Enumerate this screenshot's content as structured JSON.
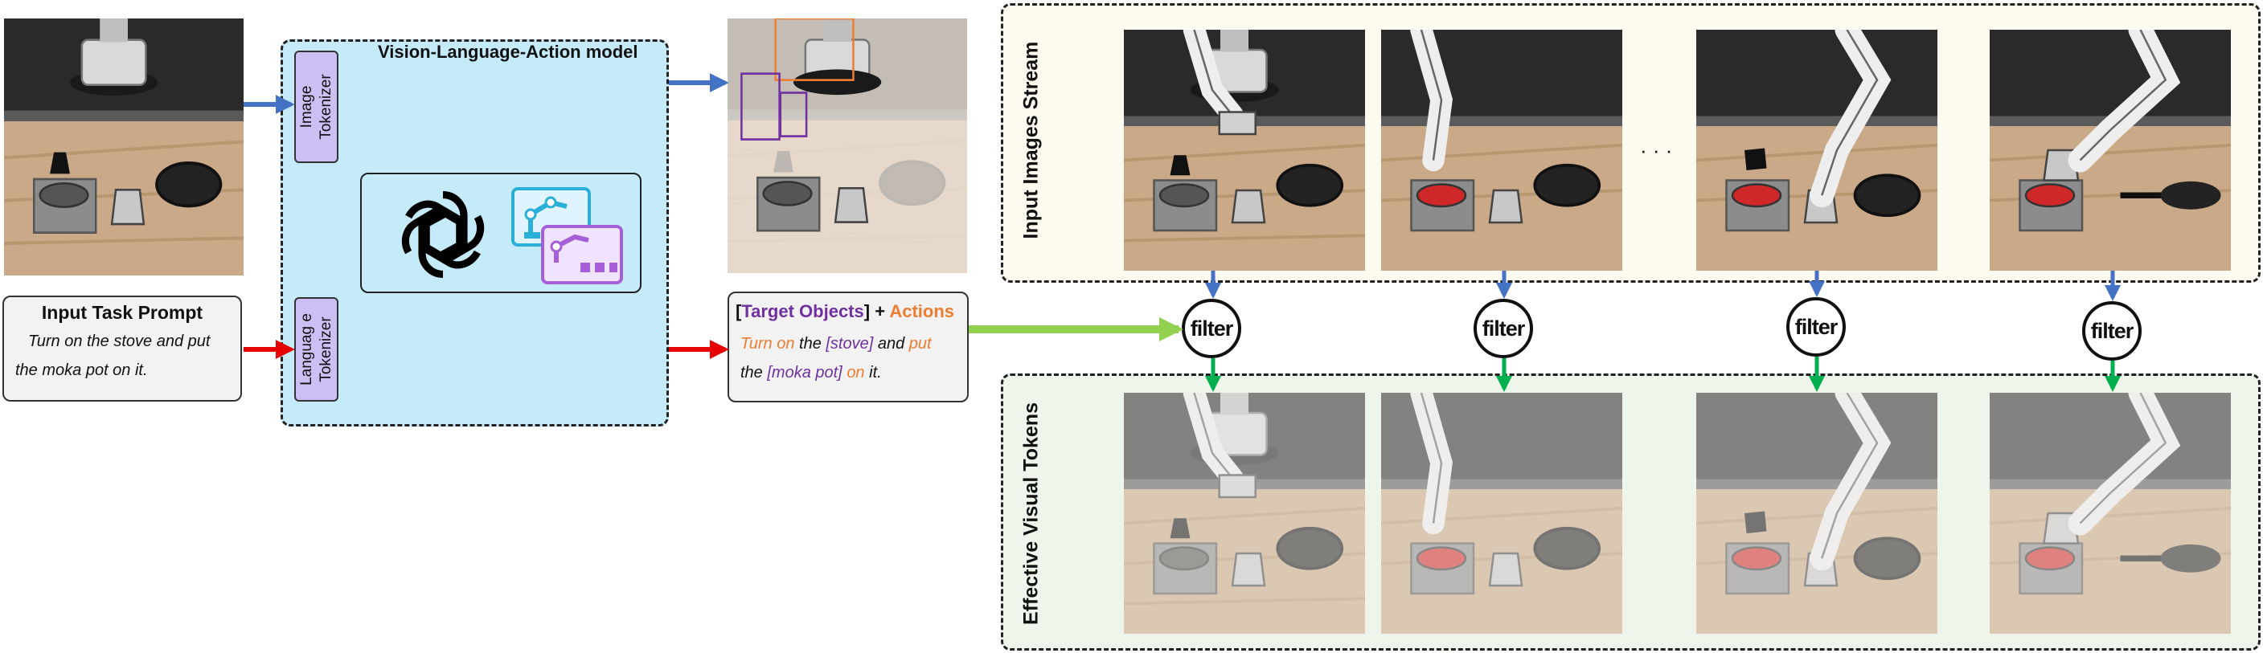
{
  "vla": {
    "title": "Vision-Language-Action model"
  },
  "tokenizers": {
    "image": "Image\nTokenizer",
    "language": "Languag e\nTokenizer"
  },
  "prompt": {
    "title": "Input Task Prompt",
    "line1": "Turn on the stove and put",
    "line2": "the moka pot on it."
  },
  "result": {
    "bracket_open": "[",
    "target": "Target Objects",
    "bracket_close": "]",
    "plus": " + ",
    "actions": "Actions",
    "l1_a": "Turn on",
    "l1_b": " the ",
    "l1_c": "[stove]",
    "l1_d": " and ",
    "l1_e": "put",
    "l2_a": "the ",
    "l2_b": "[moka pot]",
    "l2_c": " ",
    "l2_d": "on",
    "l2_e": " it."
  },
  "streams": {
    "input_label": "Input Images Stream",
    "effective_label": "Effective Visual Tokens",
    "ellipsis": "· · ·"
  },
  "filters": [
    "filter",
    "filter",
    "filter",
    "filter"
  ],
  "colors": {
    "vla_bg": "#c5ebfa",
    "token_bg": "#cdbff3",
    "blue_arrow": "#4472c4",
    "red_arrow": "#e60000",
    "green_arrow": "#00b050",
    "light_green_arrow": "#92d050",
    "purple": "#7030a0",
    "orange": "#ed7d31",
    "stream_bg": "#fdfbf0",
    "effective_bg": "#eef5ea"
  }
}
